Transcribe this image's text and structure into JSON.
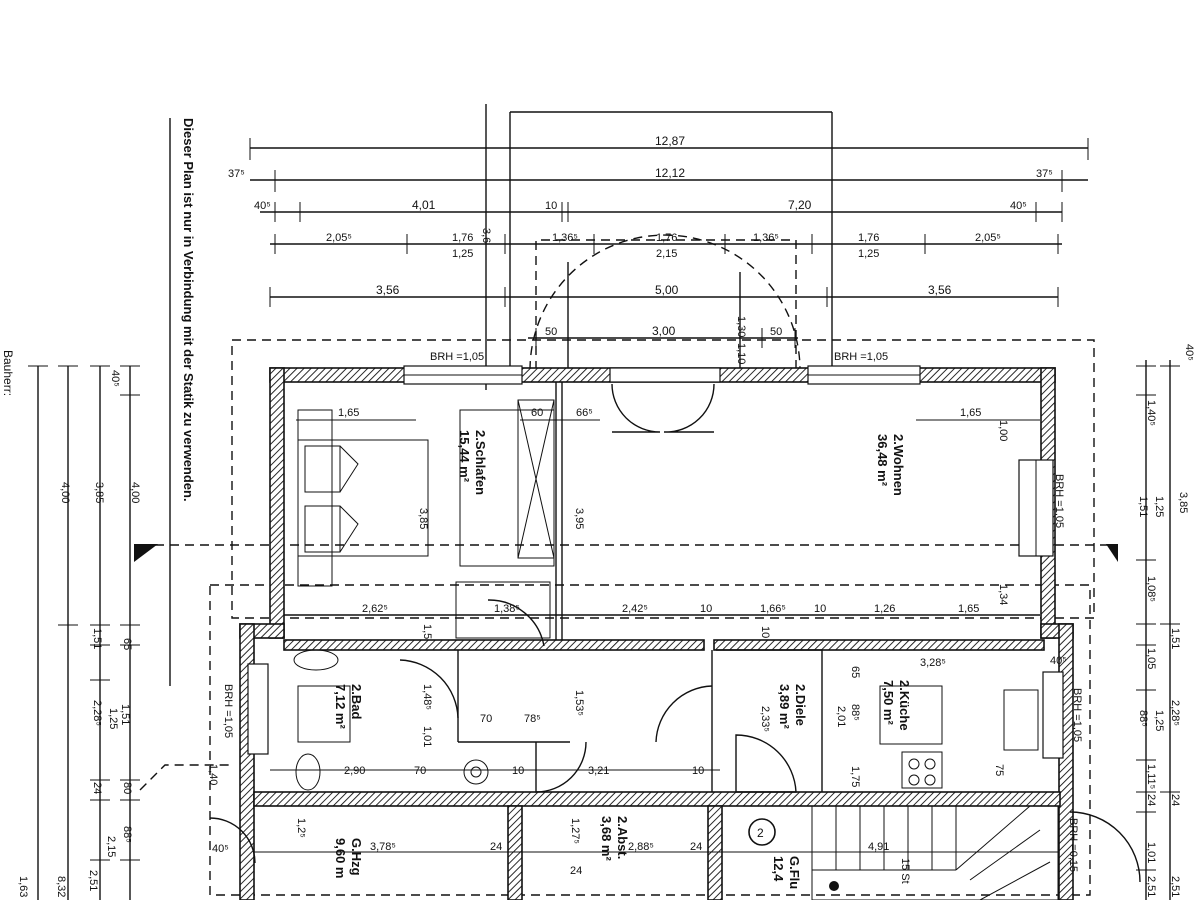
{
  "note": {
    "main": "Dieser Plan ist nur in Verbindung mit der Statik zu verwenden.",
    "bauherr": "Bauherr:"
  },
  "top_dims": {
    "row1": [
      "12,87"
    ],
    "row2": [
      "37⁵",
      "12,12",
      "37⁵"
    ],
    "row3": [
      "40⁵",
      "4,01",
      "10",
      "7,20",
      "40⁵"
    ],
    "row4": [
      "2,05⁵",
      "1,76",
      "1,25",
      "1,36⁵",
      "1,76",
      "2,15",
      "1,36⁵",
      "1,76",
      "1,25",
      "2,05⁵"
    ],
    "row5": [
      "3,56",
      "5,00",
      "3,56"
    ],
    "row6": [
      "50",
      "3,00",
      "1,30",
      "1,10",
      "50"
    ],
    "v36": "3,6"
  },
  "brh": {
    "top_left": "BRH =1,05",
    "top_right": "BRH =1,05",
    "right_wohnen": "BRH =1,05",
    "left_bad": "BRH =1,05",
    "right_kueche": "BRH =1,05",
    "right_bottom": "BRH =0,15"
  },
  "rooms": {
    "schlafen": {
      "name": "2.Schlafen",
      "area": "15,44 m²"
    },
    "wohnen": {
      "name": "2.Wohnen",
      "area": "36,48 m²"
    },
    "bad": {
      "name": "2.Bad",
      "area": "7,12 m²"
    },
    "diele": {
      "name": "2.Diele",
      "area": "3,89 m²"
    },
    "kueche": {
      "name": "2.Küche",
      "area": "7,50 m²"
    },
    "abst": {
      "name": "2.Abst.",
      "area": "3,68 m²"
    },
    "hzg": {
      "name": "G.Hzg",
      "area": "9,60 m"
    },
    "flur": {
      "name": "G.Flu",
      "area": "12,4"
    }
  },
  "inner_dims": {
    "schlafen_w": "1,65",
    "schrank": [
      "60",
      "66⁵"
    ],
    "schlafen_h": "3,85",
    "flur_h": "3,95",
    "wohnen_w": "1,65",
    "wohnen_v": "1,00",
    "row_mid": [
      "2,62⁵",
      "1,38⁵",
      "2,42⁵",
      "10",
      "1,66⁵",
      "10",
      "1,26",
      "1,65"
    ],
    "v_mid": [
      "1,5",
      "1,48⁵",
      "1,01",
      "1,53⁵",
      "10",
      "2,33⁵",
      "2,01",
      "88⁵",
      "3,28⁵",
      "65",
      "1,34",
      "75",
      "1,75"
    ],
    "row_low": [
      "70",
      "78⁵",
      "2,90",
      "70",
      "10",
      "3,21",
      "10",
      "40⁵"
    ],
    "ground": [
      "3,78⁵",
      "24",
      "2,88⁵",
      "24",
      "4,91",
      "15 St",
      "1,2⁵",
      "1,27⁵",
      "24",
      "40⁵",
      "1,40"
    ],
    "marker": "2"
  },
  "left_dims": {
    "col1": "1,63",
    "col2": [
      "4,00",
      "8,32"
    ],
    "col3": [
      "3,85",
      "1,51",
      "2,28⁵",
      "24",
      "2,15",
      "2,51"
    ],
    "col4": [
      "40⁵",
      "4,00",
      "65",
      "1,25",
      "1,51",
      "80",
      "88⁵"
    ]
  },
  "right_dims": {
    "col1": [
      "40⁵",
      "1,40⁵",
      "1,51",
      "1,25",
      "1,08⁵",
      "1,05",
      "88⁵",
      "1,25",
      "1,11⁵",
      "24",
      "1,01",
      "2,51"
    ],
    "col2": [
      "3,85",
      "1,51",
      "2,28⁵",
      "24",
      "2,51"
    ]
  }
}
